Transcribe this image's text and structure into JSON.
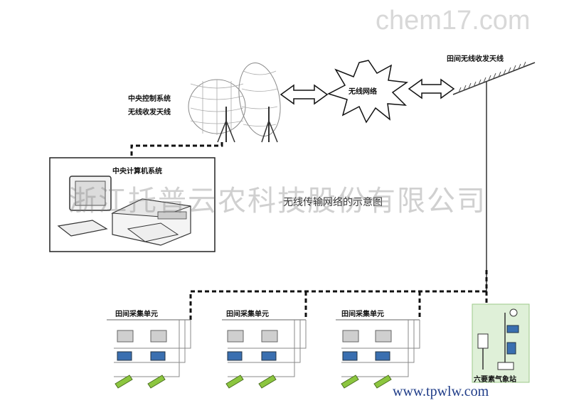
{
  "watermark_top": "chem17.com",
  "watermark_company": "浙江托普云农科技股份有限公司",
  "caption": "无线传输网络的示意图",
  "url": "www.tpwlw.com",
  "labels": {
    "field_antenna": "田间无线收发天线",
    "central_antenna_line1": "中央控制系统",
    "central_antenna_line2": "无线收发天线",
    "wireless_network": "无线网络",
    "central_computer": "中央计算机系统",
    "collector": "田间采集单元",
    "weather_station": "六要素气象站"
  },
  "colors": {
    "dash_line": "#111111",
    "weather_box": "#dff0d8"
  }
}
